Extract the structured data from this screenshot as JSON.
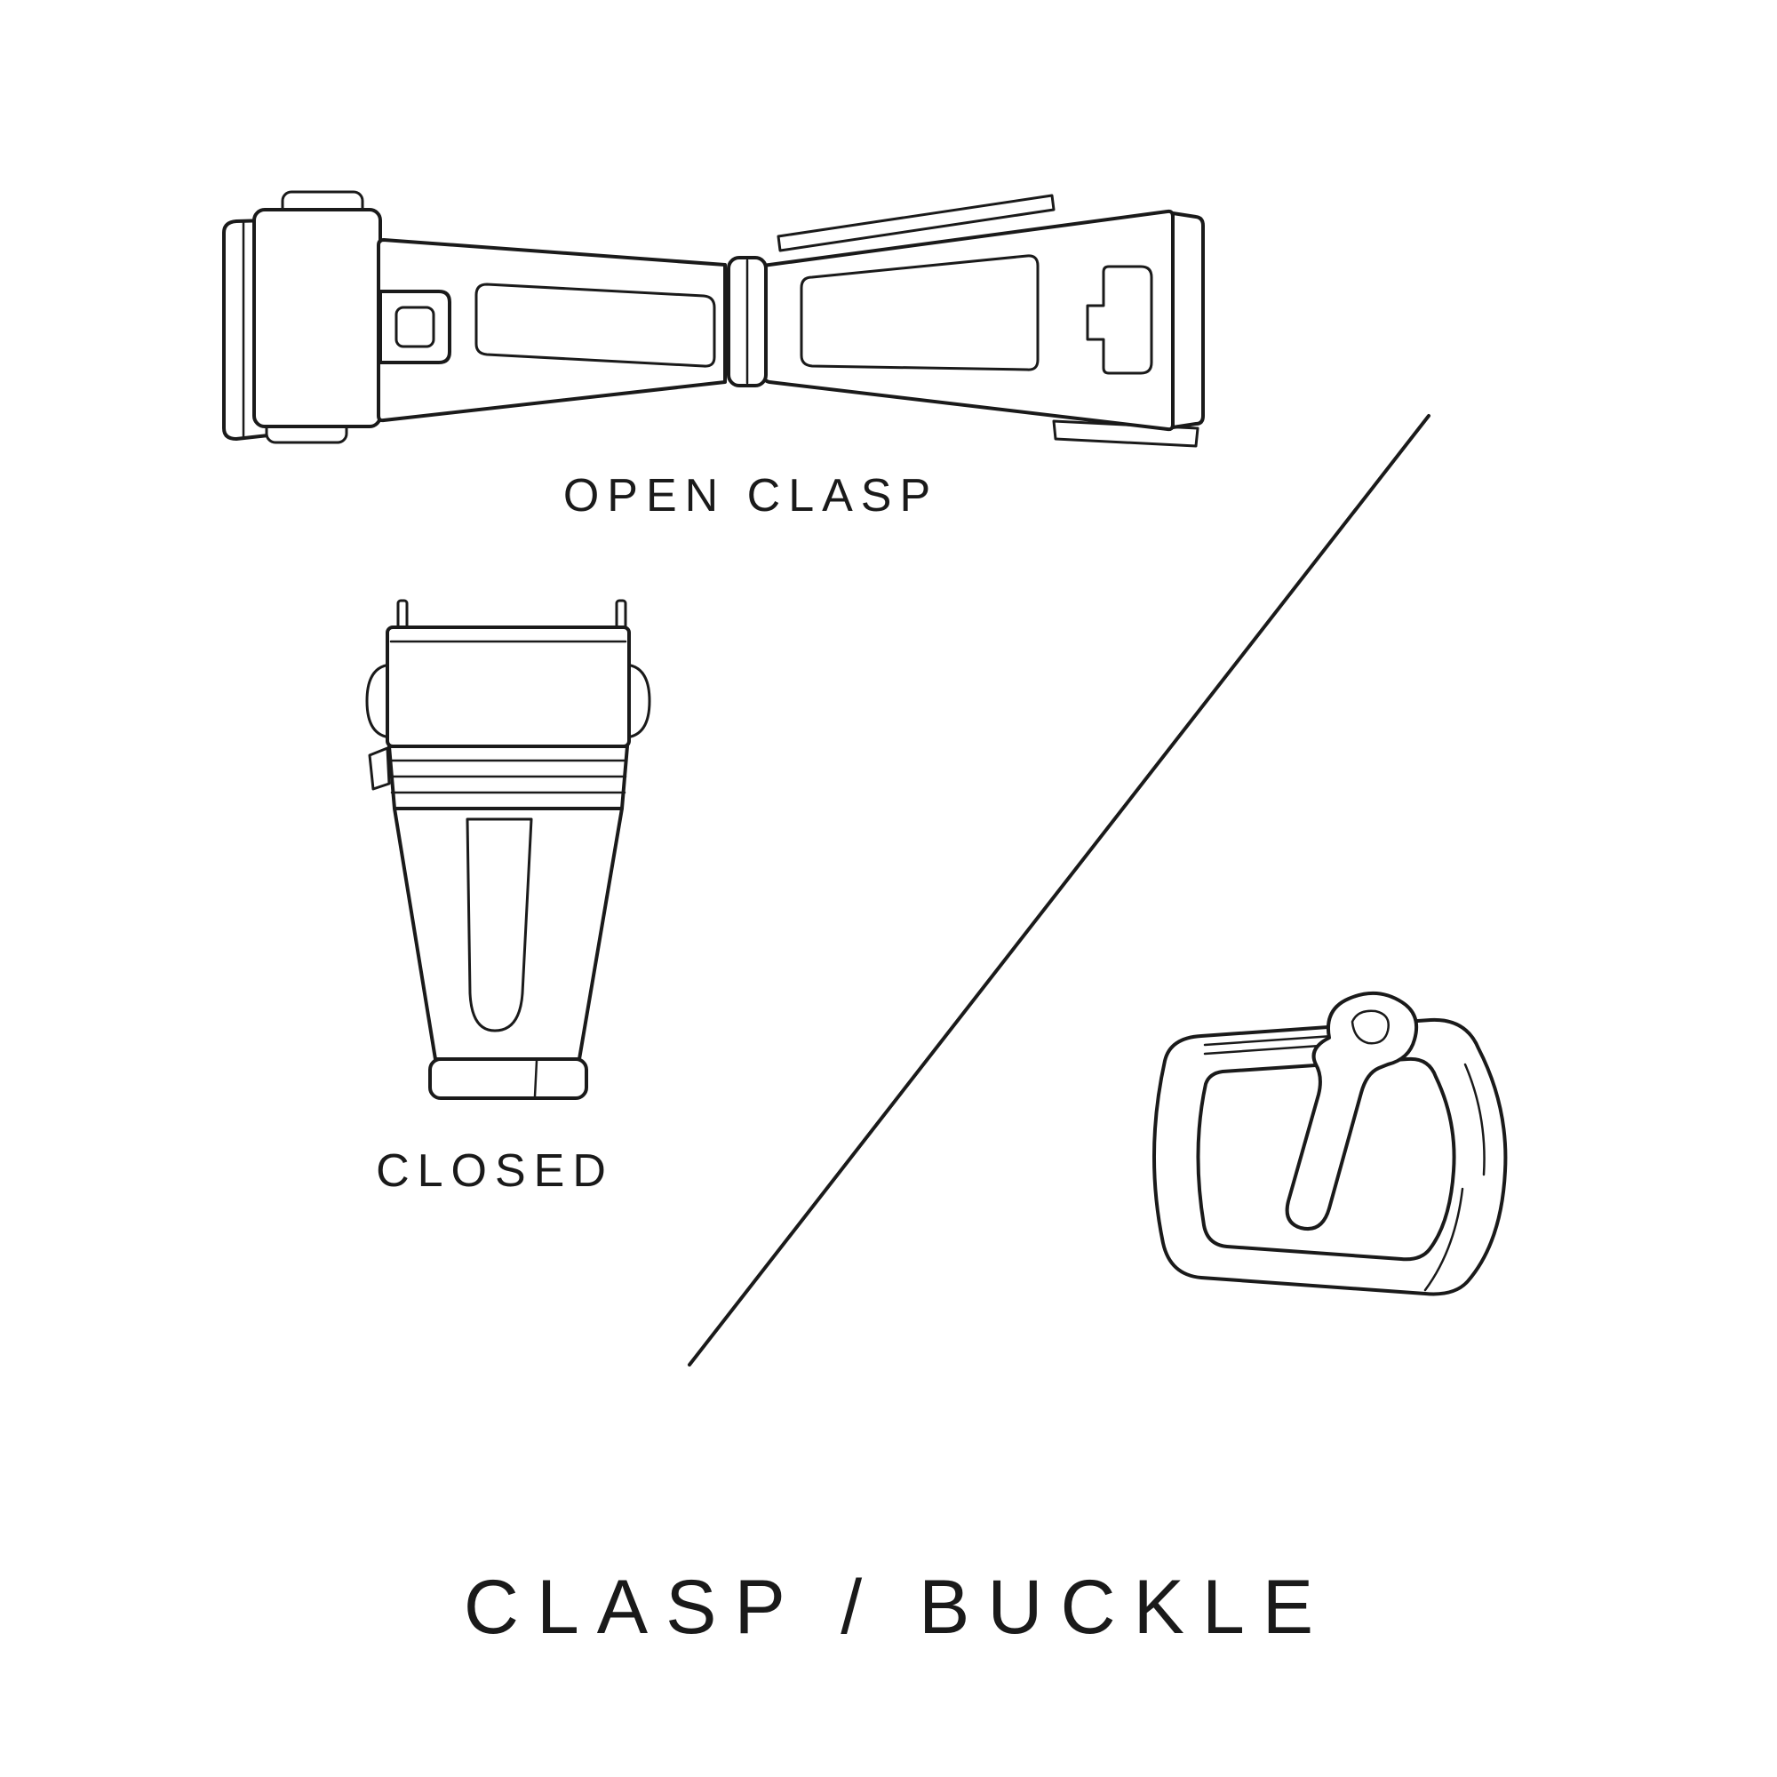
{
  "colors": {
    "background": "#ffffff",
    "ink": "#1a1a1a"
  },
  "diagram": {
    "labels": {
      "open_clasp": "OPEN CLASP",
      "closed": "CLOSED",
      "title": "CLASP / BUCKLE"
    },
    "illustrations": [
      {
        "name": "open-clasp-illustration",
        "depicts": "watch deployant clasp shown open, top view"
      },
      {
        "name": "closed-clasp-illustration",
        "depicts": "watch clasp shown closed"
      },
      {
        "name": "tang-buckle-illustration",
        "depicts": "watch strap pin buckle, three-quarter view"
      }
    ]
  }
}
